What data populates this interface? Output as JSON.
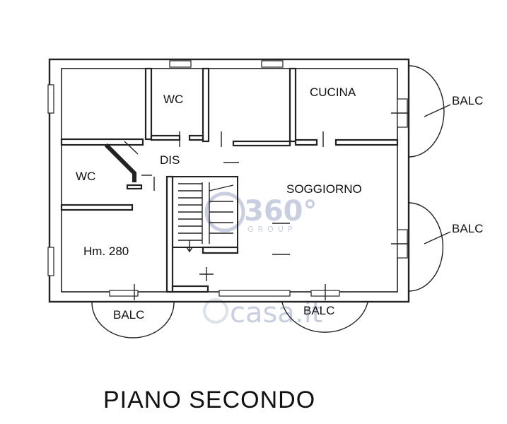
{
  "plan": {
    "rooms": {
      "wc_top": "WC",
      "wc_left": "WC",
      "dis": "DIS",
      "cucina": "CUCINA",
      "soggiorno": "SOGGIORNO",
      "height_note": "Hm. 280"
    },
    "balconies": {
      "right_top": "BALC",
      "right_bottom": "BALC",
      "bottom_left": "BALC",
      "bottom_right": "BALC"
    },
    "floor_title": "PIANO SECONDO"
  },
  "watermark": {
    "brand_number": "360°",
    "brand_sub": "GROUP",
    "site": "casa.it"
  },
  "colors": {
    "lines": "#222222",
    "watermark": "#c9cfe0"
  }
}
